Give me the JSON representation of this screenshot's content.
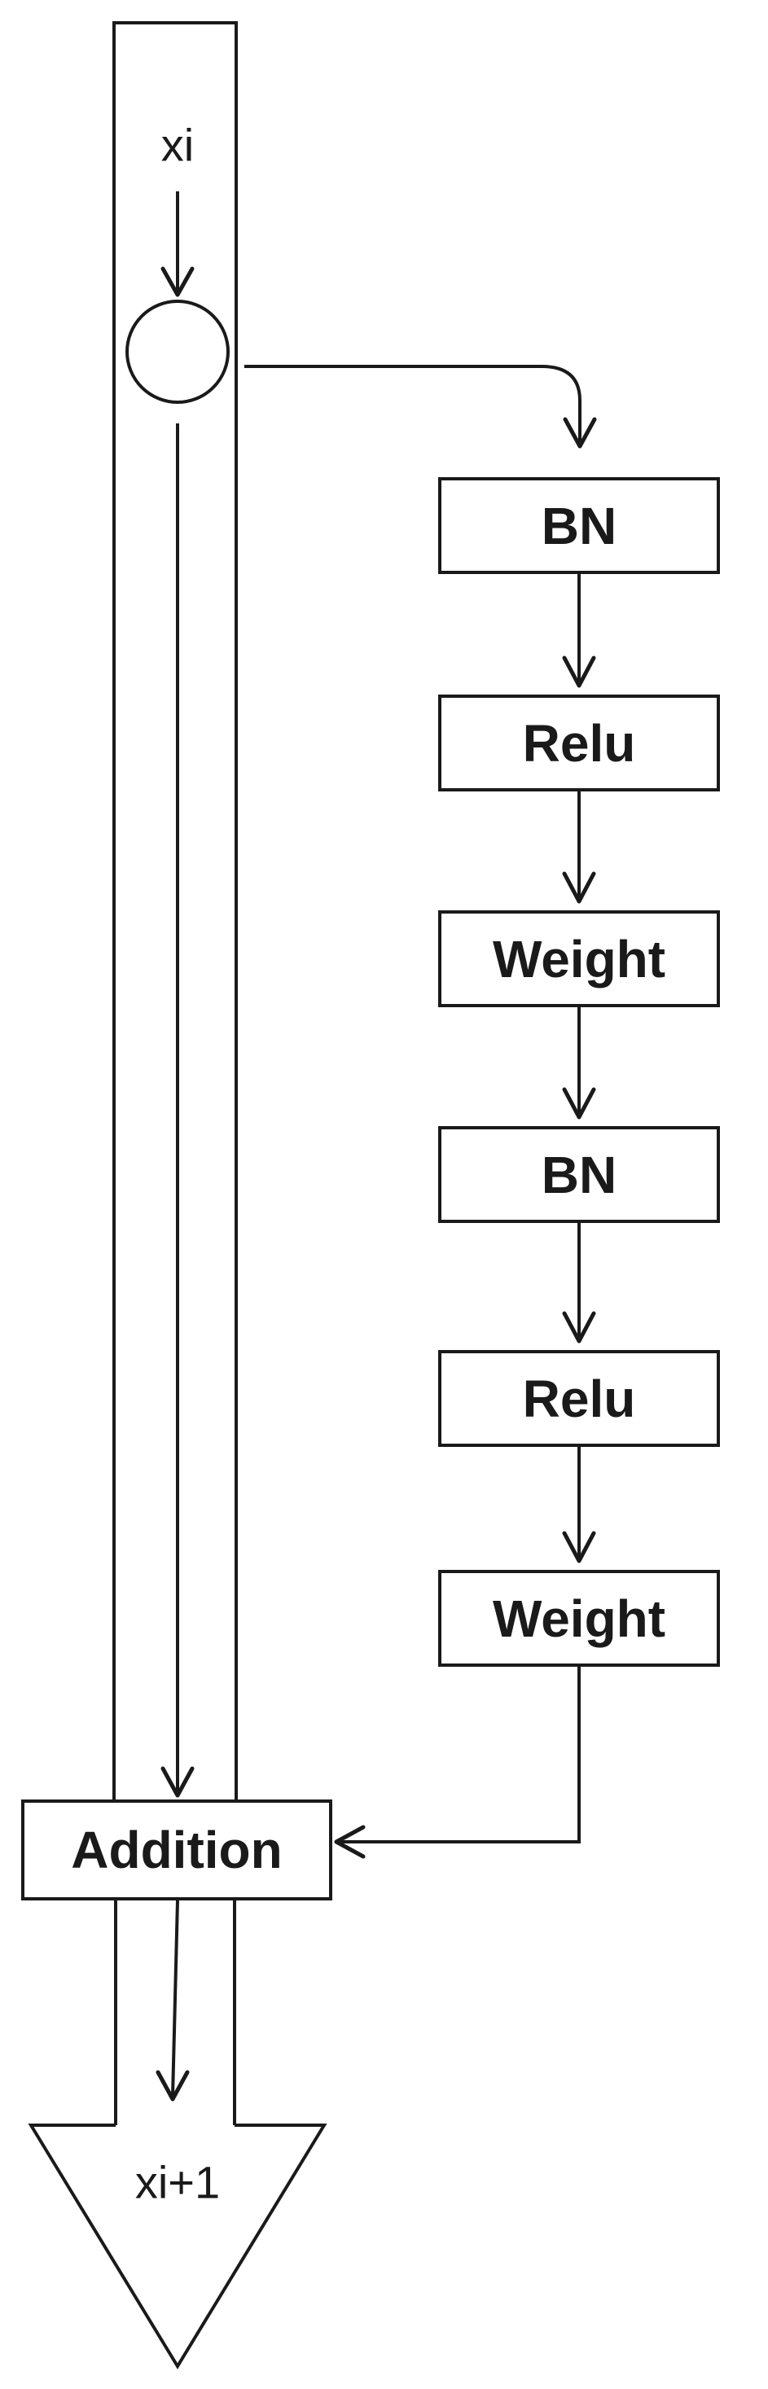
{
  "diagram": {
    "input_label": "xi",
    "output_label": "xi+1",
    "addition_label": "Addition",
    "layers": [
      "BN",
      "Relu",
      "Weight",
      "BN",
      "Relu",
      "Weight"
    ]
  },
  "colors": {
    "stroke": "#1a1a1a",
    "background": "#ffffff"
  }
}
